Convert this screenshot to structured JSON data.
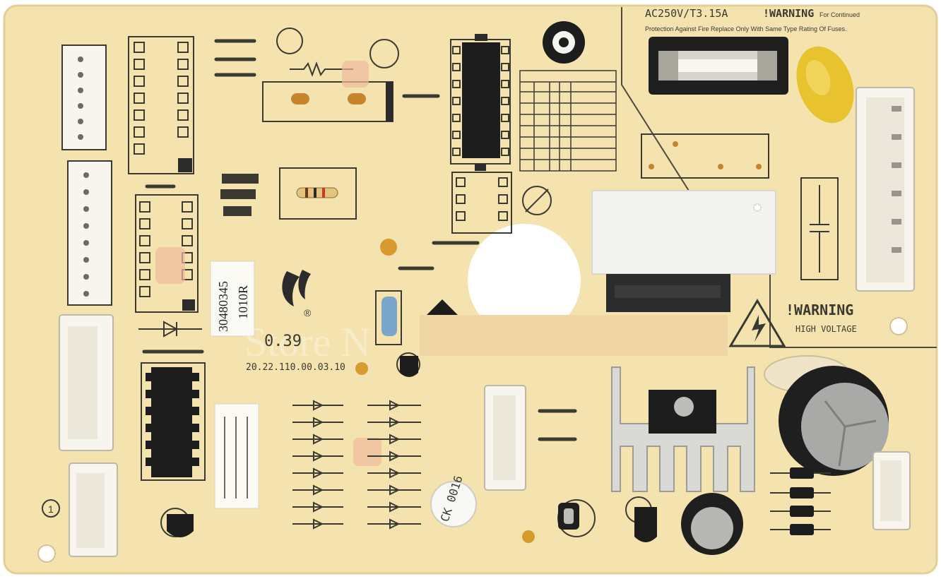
{
  "board": {
    "fuse_rating": "AC250V/T3.15A",
    "warning_top": "!WARNING",
    "warning_top_sub1": "For Continued",
    "warning_top_sub2": "Protection Against Fire Replace Only With Same Type Rating Of Fuses.",
    "warning_hv": "!WARNING",
    "warning_hv_sub": "HIGH VOLTAGE",
    "part_code": "30480345",
    "rev_code": "1010R",
    "logo_mark": "®",
    "number_039": "0.39",
    "pcb_number": "20.22.110.00.03.10",
    "buzzer_label": "CK 0016",
    "watermark": "Store N",
    "marker_1": "1"
  },
  "colors": {
    "board": "#f4e3ae",
    "board_edge": "#e7d29a",
    "silkscreen": "#3a3a32",
    "ic_black": "#1d1d1d",
    "connector_white": "#f7f5ee",
    "redaction": "#f0d6a4",
    "fuse_cap": "#e8c22f",
    "heatsink": "#d9d9d6",
    "relay": "#f2f2ef"
  }
}
